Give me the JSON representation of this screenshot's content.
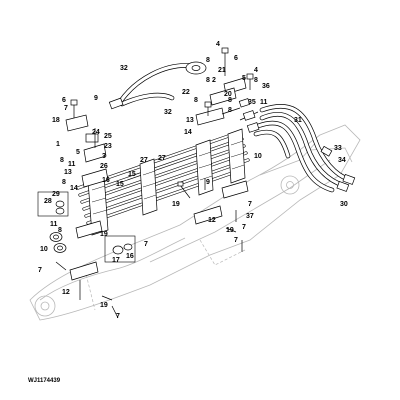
{
  "figure": {
    "id": "WJ1174439"
  },
  "callouts": [
    {
      "id": "c1",
      "text": "4"
    },
    {
      "id": "c2",
      "text": "6"
    },
    {
      "id": "c3",
      "text": "8"
    },
    {
      "id": "c4",
      "text": "21"
    },
    {
      "id": "c5",
      "text": "4"
    },
    {
      "id": "c6",
      "text": "8"
    },
    {
      "id": "c7",
      "text": "32"
    },
    {
      "id": "c8",
      "text": "2"
    },
    {
      "id": "c9",
      "text": "5"
    },
    {
      "id": "c10",
      "text": "8"
    },
    {
      "id": "c11",
      "text": "22"
    },
    {
      "id": "c12",
      "text": "20"
    },
    {
      "id": "c13",
      "text": "36"
    },
    {
      "id": "c14",
      "text": "6"
    },
    {
      "id": "c15",
      "text": "9"
    },
    {
      "id": "c16",
      "text": "8"
    },
    {
      "id": "c17",
      "text": "32"
    },
    {
      "id": "c18",
      "text": "8"
    },
    {
      "id": "c19",
      "text": "35"
    },
    {
      "id": "c20",
      "text": "11"
    },
    {
      "id": "c21",
      "text": "7"
    },
    {
      "id": "c22",
      "text": "18"
    },
    {
      "id": "c23",
      "text": "8"
    },
    {
      "id": "c24",
      "text": "13"
    },
    {
      "id": "c25",
      "text": "24"
    },
    {
      "id": "c26",
      "text": "25"
    },
    {
      "id": "c27",
      "text": "14"
    },
    {
      "id": "c28",
      "text": "31"
    },
    {
      "id": "c29",
      "text": "1"
    },
    {
      "id": "c30",
      "text": "23"
    },
    {
      "id": "c31",
      "text": "10"
    },
    {
      "id": "c32",
      "text": "33"
    },
    {
      "id": "c33",
      "text": "5"
    },
    {
      "id": "c34",
      "text": "3"
    },
    {
      "id": "c35",
      "text": "34"
    },
    {
      "id": "c36",
      "text": "8"
    },
    {
      "id": "c37",
      "text": "26"
    },
    {
      "id": "c38",
      "text": "27"
    },
    {
      "id": "c39",
      "text": "27"
    },
    {
      "id": "c40",
      "text": "11"
    },
    {
      "id": "c41",
      "text": "13"
    },
    {
      "id": "c42",
      "text": "16"
    },
    {
      "id": "c43",
      "text": "15"
    },
    {
      "id": "c44",
      "text": "15"
    },
    {
      "id": "c45",
      "text": "8"
    },
    {
      "id": "c46",
      "text": "29"
    },
    {
      "id": "c47",
      "text": "14"
    },
    {
      "id": "c48",
      "text": "28"
    },
    {
      "id": "c49",
      "text": "9"
    },
    {
      "id": "c50",
      "text": "19"
    },
    {
      "id": "c51",
      "text": "30"
    },
    {
      "id": "c52",
      "text": "7"
    },
    {
      "id": "c53",
      "text": "11"
    },
    {
      "id": "c54",
      "text": "8"
    },
    {
      "id": "c55",
      "text": "10"
    },
    {
      "id": "c56",
      "text": "19"
    },
    {
      "id": "c57",
      "text": "12"
    },
    {
      "id": "c58",
      "text": "37"
    },
    {
      "id": "c59",
      "text": "7"
    },
    {
      "id": "c60",
      "text": "7"
    },
    {
      "id": "c61",
      "text": "17"
    },
    {
      "id": "c62",
      "text": "16"
    },
    {
      "id": "c63",
      "text": "19"
    },
    {
      "id": "c64",
      "text": "7"
    },
    {
      "id": "c65",
      "text": "7"
    },
    {
      "id": "c66",
      "text": "12"
    },
    {
      "id": "c67",
      "text": "19"
    },
    {
      "id": "c68",
      "text": "7"
    }
  ]
}
